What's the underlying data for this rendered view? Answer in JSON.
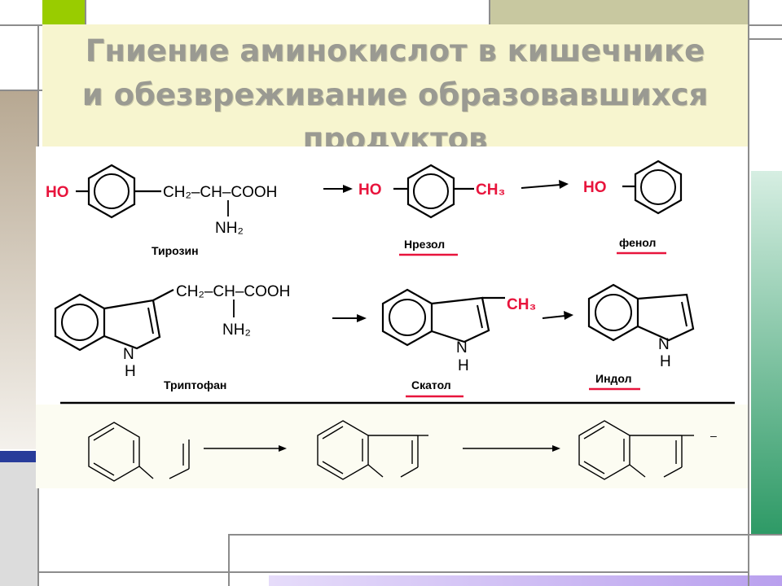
{
  "slide": {
    "title_lines": [
      "Гниение аминокислот в кишечнике",
      "и обезвреживание образовавшихся",
      "продуктов"
    ]
  },
  "reactions": {
    "tyrosine": {
      "ho": "HO",
      "chain": "CH₂–CH–COOH",
      "nh2": "NH₂",
      "name": "Тирозин"
    },
    "cresol": {
      "ho": "HO",
      "ch3": "CH₃",
      "name": "Нрезол"
    },
    "phenol": {
      "ho": "HO",
      "name": "фенол"
    },
    "tryptophan": {
      "chain": "CH₂–CH–COOH",
      "nh2": "NH₂",
      "nh": "N",
      "h": "H",
      "name": "Триптофан"
    },
    "skatole": {
      "ch3": "CH₃",
      "nh": "N",
      "h": "H",
      "name": "Скатол"
    },
    "indole": {
      "nh": "N",
      "h": "H",
      "name": "Индол"
    }
  },
  "lower_scheme": {
    "suffix": "–"
  },
  "colors": {
    "accent_green": "#99cc00",
    "olive": "#c8c8a0",
    "title_band": "#f7f5cf",
    "title_text": "#9a9a92",
    "red": "#e8143c",
    "teal_bar_top": "#d6eee2",
    "teal_bar_bottom": "#2e9a66",
    "navy": "#283c9a",
    "lavender": "#c8b4f0"
  }
}
